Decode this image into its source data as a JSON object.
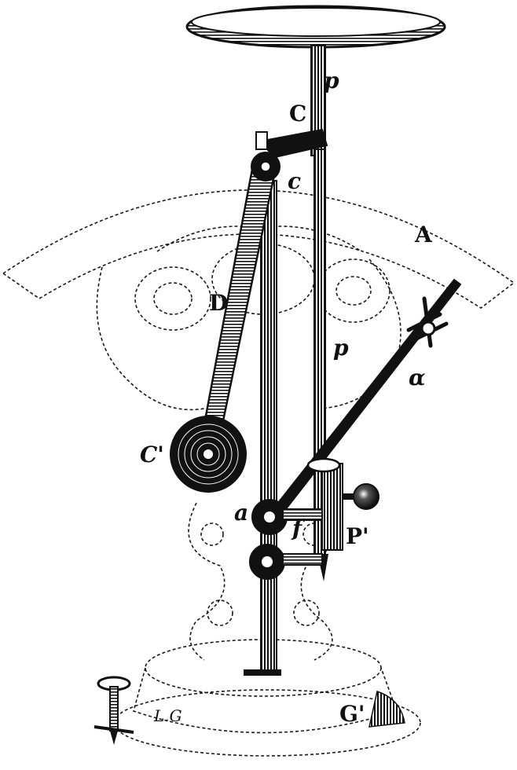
{
  "colors": {
    "ink": "#111111",
    "paper": "#ffffff"
  },
  "labels": {
    "C_top": "C",
    "p_top": "p",
    "c_small": "c",
    "A": "A",
    "D": "D",
    "p_mid": "p",
    "alpha": "α",
    "C_prime": "C'",
    "a_small": "a",
    "f_small": "f",
    "P_prime": "P'",
    "G_prime": "G'"
  },
  "signature": "L.G"
}
